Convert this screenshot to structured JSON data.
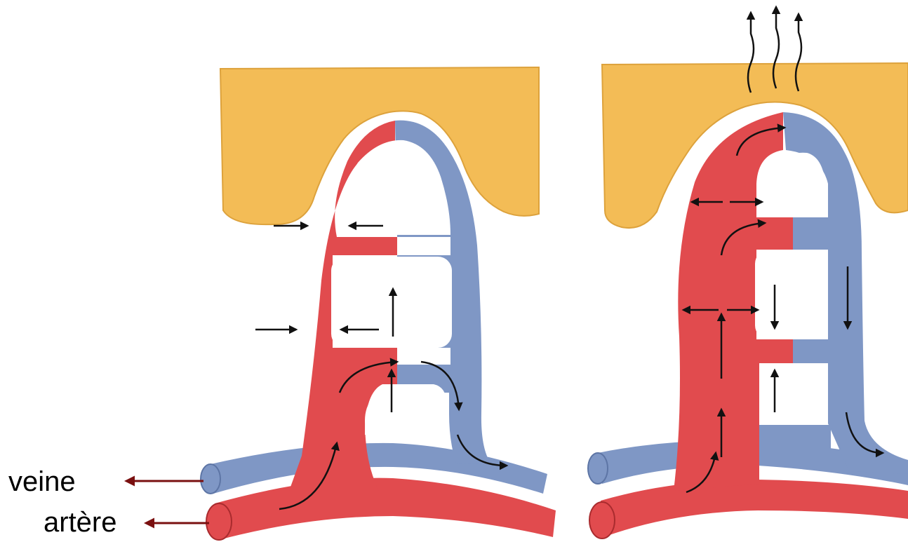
{
  "labels": {
    "vein": "veine",
    "artery": "artère"
  },
  "colors": {
    "artery": "#e14b4e",
    "vein": "#7f97c5",
    "tissue": "#f3bc56",
    "tissue_edge": "#dda23c",
    "label_arrow": "#7a1010",
    "flow_arrow": "#111111"
  },
  "icons": {
    "flow_marker": "arrowhead",
    "heat_marker": "wavy-up-arrow"
  }
}
